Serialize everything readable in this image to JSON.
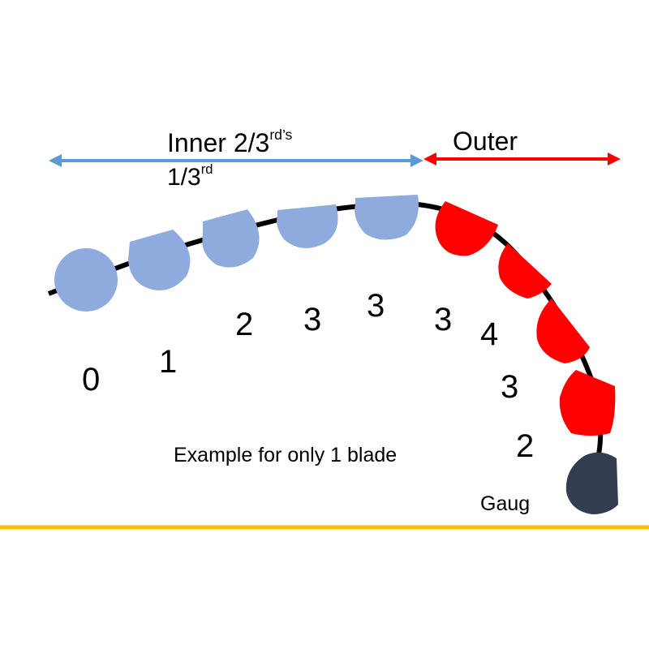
{
  "labels": {
    "inner_a": "Inner 2/3",
    "inner_a_sup": "rd’s",
    "inner_b": "1/3",
    "inner_b_sup": "rd",
    "outer": "Outer",
    "note": "Example for only 1 blade",
    "gauge": "Gaug"
  },
  "pieces": {
    "inner": [
      "0",
      "1",
      "2",
      "3",
      "3"
    ],
    "outer": [
      "3",
      "4",
      "3",
      "2"
    ]
  },
  "colors": {
    "inner_arrow": "#5b9bd5",
    "outer_arrow": "#ff0000",
    "inner_piece": "#8faadc",
    "outer_piece": "#ff0000",
    "gauge_piece": "#323e4f",
    "arc": "#000000",
    "divider": "#ffc000"
  }
}
